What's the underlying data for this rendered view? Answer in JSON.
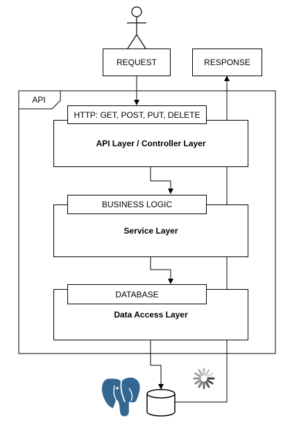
{
  "request_label": "REQUEST",
  "response_label": "RESPONSE",
  "container_label": "API",
  "layers": [
    {
      "tab_label": "HTTP: GET, POST, PUT, DELETE",
      "title": "API Layer / Controller Layer"
    },
    {
      "tab_label": "BUSINESS LOGIC",
      "title": "Service Layer"
    },
    {
      "tab_label": "DATABASE",
      "title": "Data Access Layer"
    }
  ],
  "icons": {
    "actor": "user-actor-icon",
    "database": "database-cylinder-icon",
    "postgres": "postgresql-elephant-icon",
    "loading": "loading-spinner-icon"
  }
}
